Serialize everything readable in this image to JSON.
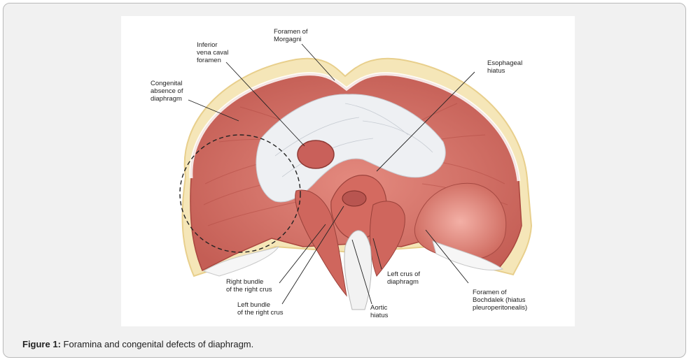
{
  "figure": {
    "caption_label": "Figure 1:",
    "caption_text": " Foramina and congenital defects of diaphragm.",
    "labels": {
      "morgagni": [
        "Foramen of",
        "Morgagni"
      ],
      "ivc": [
        "Inferior",
        "vena caval",
        "foramen"
      ],
      "congenital": [
        "Congenital",
        "absence of",
        "diaphragm"
      ],
      "esophageal": [
        "Esophageal",
        "hiatus"
      ],
      "right_bundle": [
        "Right bundle",
        "of the right crus"
      ],
      "left_bundle": [
        "Left bundle",
        "of the right crus"
      ],
      "left_crus": [
        "Left crus of",
        "diaphragm"
      ],
      "aortic": [
        "Aortic",
        "hiatus"
      ],
      "bochdalek": [
        "Foramen of",
        "Bochdalek (hiatus",
        "pleuroperitonealis)"
      ]
    },
    "colors": {
      "muscle": "#d9776d",
      "muscle_dark": "#b8544c",
      "tendon": "#e9ecf0",
      "rib": "#f3e1a6"
    }
  }
}
